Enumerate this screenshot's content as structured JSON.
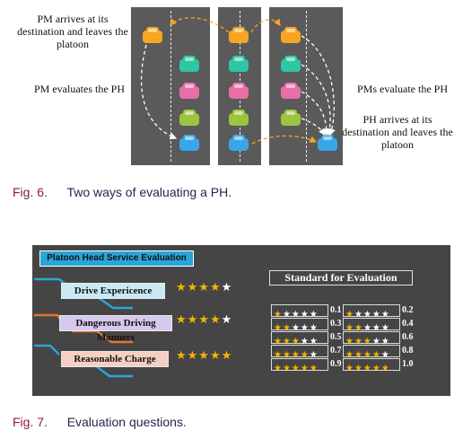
{
  "figure6": {
    "labels": {
      "pm_arrives": "PM arrives at its destination and leaves the platoon",
      "pm_evaluates": "PM evaluates the PH",
      "pms_evaluate": "PMs evaluate the PH",
      "ph_arrives": "PH arrives at its destination and leaves the platoon"
    },
    "car_colors": {
      "orange": "#f6a623",
      "green": "#2fc7a3",
      "pink": "#e86fa6",
      "olive": "#9bc53d",
      "blue": "#3aa6e8"
    },
    "caption_num": "Fig. 6.",
    "caption_text": "Two ways of evaluating a PH."
  },
  "figure7": {
    "banner": "Platoon Head Service Evaluation",
    "questions": [
      {
        "label": "Drive Expericence",
        "rating": 4,
        "color": "#c9eaf5"
      },
      {
        "label": "Dangerous Driving Manners",
        "rating": 4,
        "color": "#d7c8ee"
      },
      {
        "label": "Reasonable Charge",
        "rating": 5,
        "color": "#f6cfc2"
      }
    ],
    "standard_title": "Standard for Evaluation",
    "standard": [
      {
        "stars": 1,
        "value": "0.1"
      },
      {
        "stars": 1,
        "value": "0.2"
      },
      {
        "stars": 2,
        "value": "0.3"
      },
      {
        "stars": 2,
        "value": "0.4"
      },
      {
        "stars": 3,
        "value": "0.5"
      },
      {
        "stars": 3,
        "value": "0.6"
      },
      {
        "stars": 4,
        "value": "0.7"
      },
      {
        "stars": 4,
        "value": "0.8"
      },
      {
        "stars": 5,
        "value": "0.9"
      },
      {
        "stars": 5,
        "value": "1.0"
      }
    ],
    "caption_num": "Fig. 7.",
    "caption_text": "Evaluation questions."
  }
}
